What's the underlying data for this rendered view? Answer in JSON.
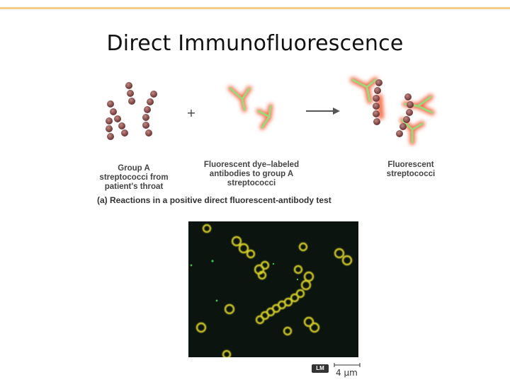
{
  "slide": {
    "title": "Direct Immunofluorescence"
  },
  "figure": {
    "plus_sign": "+",
    "label_group_a": "Group A\nstreptococci from\npatient's throat",
    "label_antibodies": "Fluorescent dye–labeled\nantibodies to group A\nstreptococci",
    "label_result": "Fluorescent\nstreptococci",
    "caption": "(a) Reactions in a positive direct fluorescent-antibody test",
    "micrograph_badge": "LM",
    "scale_label": "4 µm"
  },
  "colors": {
    "accent_rule": "#f1cf86",
    "bacteria": "#8a4a4a",
    "antibody_glow": "#f36c4a",
    "antibody": "#9fd67a",
    "fluorescence": "#d4cf2a"
  }
}
